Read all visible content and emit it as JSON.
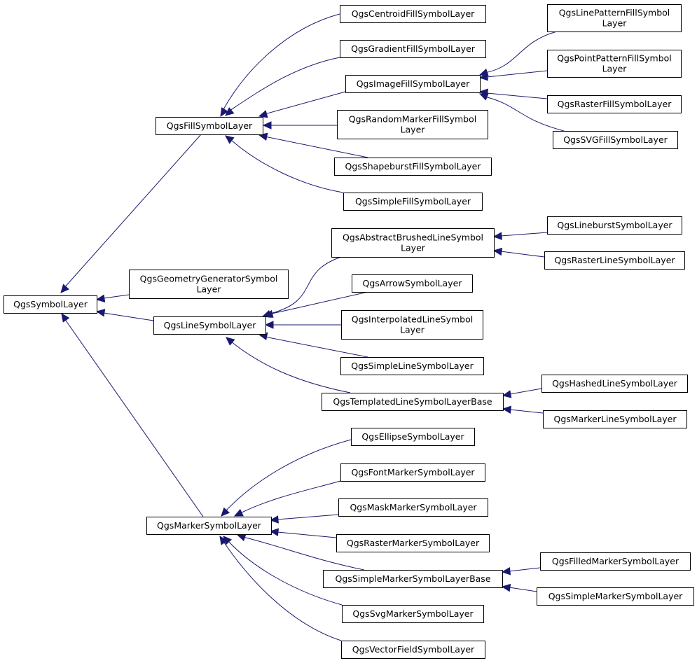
{
  "diagram": {
    "edge_color": "#191970",
    "nodes": {
      "symbol_layer": [
        "QgsSymbolLayer"
      ],
      "fill": [
        "QgsFillSymbolLayer"
      ],
      "line": [
        "QgsLineSymbolLayer"
      ],
      "marker": [
        "QgsMarkerSymbolLayer"
      ],
      "geometry_generator": [
        "QgsGeometryGeneratorSymbol",
        "Layer"
      ],
      "centroid_fill": [
        "QgsCentroidFillSymbolLayer"
      ],
      "gradient_fill": [
        "QgsGradientFillSymbolLayer"
      ],
      "image_fill": [
        "QgsImageFillSymbolLayer"
      ],
      "random_marker_fill": [
        "QgsRandomMarkerFillSymbol",
        "Layer"
      ],
      "shapeburst_fill": [
        "QgsShapeburstFillSymbolLayer"
      ],
      "simple_fill": [
        "QgsSimpleFillSymbolLayer"
      ],
      "line_pattern_fill": [
        "QgsLinePatternFillSymbol",
        "Layer"
      ],
      "point_pattern_fill": [
        "QgsPointPatternFillSymbol",
        "Layer"
      ],
      "raster_fill": [
        "QgsRasterFillSymbolLayer"
      ],
      "svg_fill": [
        "QgsSVGFillSymbolLayer"
      ],
      "abstract_brushed_line": [
        "QgsAbstractBrushedLineSymbol",
        "Layer"
      ],
      "arrow": [
        "QgsArrowSymbolLayer"
      ],
      "interpolated_line": [
        "QgsInterpolatedLineSymbol",
        "Layer"
      ],
      "simple_line": [
        "QgsSimpleLineSymbolLayer"
      ],
      "templated_line_base": [
        "QgsTemplatedLineSymbolLayerBase"
      ],
      "lineburst": [
        "QgsLineburstSymbolLayer"
      ],
      "raster_line": [
        "QgsRasterLineSymbolLayer"
      ],
      "hashed_line": [
        "QgsHashedLineSymbolLayer"
      ],
      "marker_line": [
        "QgsMarkerLineSymbolLayer"
      ],
      "ellipse": [
        "QgsEllipseSymbolLayer"
      ],
      "font_marker": [
        "QgsFontMarkerSymbolLayer"
      ],
      "mask_marker": [
        "QgsMaskMarkerSymbolLayer"
      ],
      "raster_marker": [
        "QgsRasterMarkerSymbolLayer"
      ],
      "simple_marker_base": [
        "QgsSimpleMarkerSymbolLayerBase"
      ],
      "svg_marker": [
        "QgsSvgMarkerSymbolLayer"
      ],
      "vector_field": [
        "QgsVectorFieldSymbolLayer"
      ],
      "filled_marker": [
        "QgsFilledMarkerSymbolLayer"
      ],
      "simple_marker": [
        "QgsSimpleMarkerSymbolLayer"
      ]
    }
  }
}
